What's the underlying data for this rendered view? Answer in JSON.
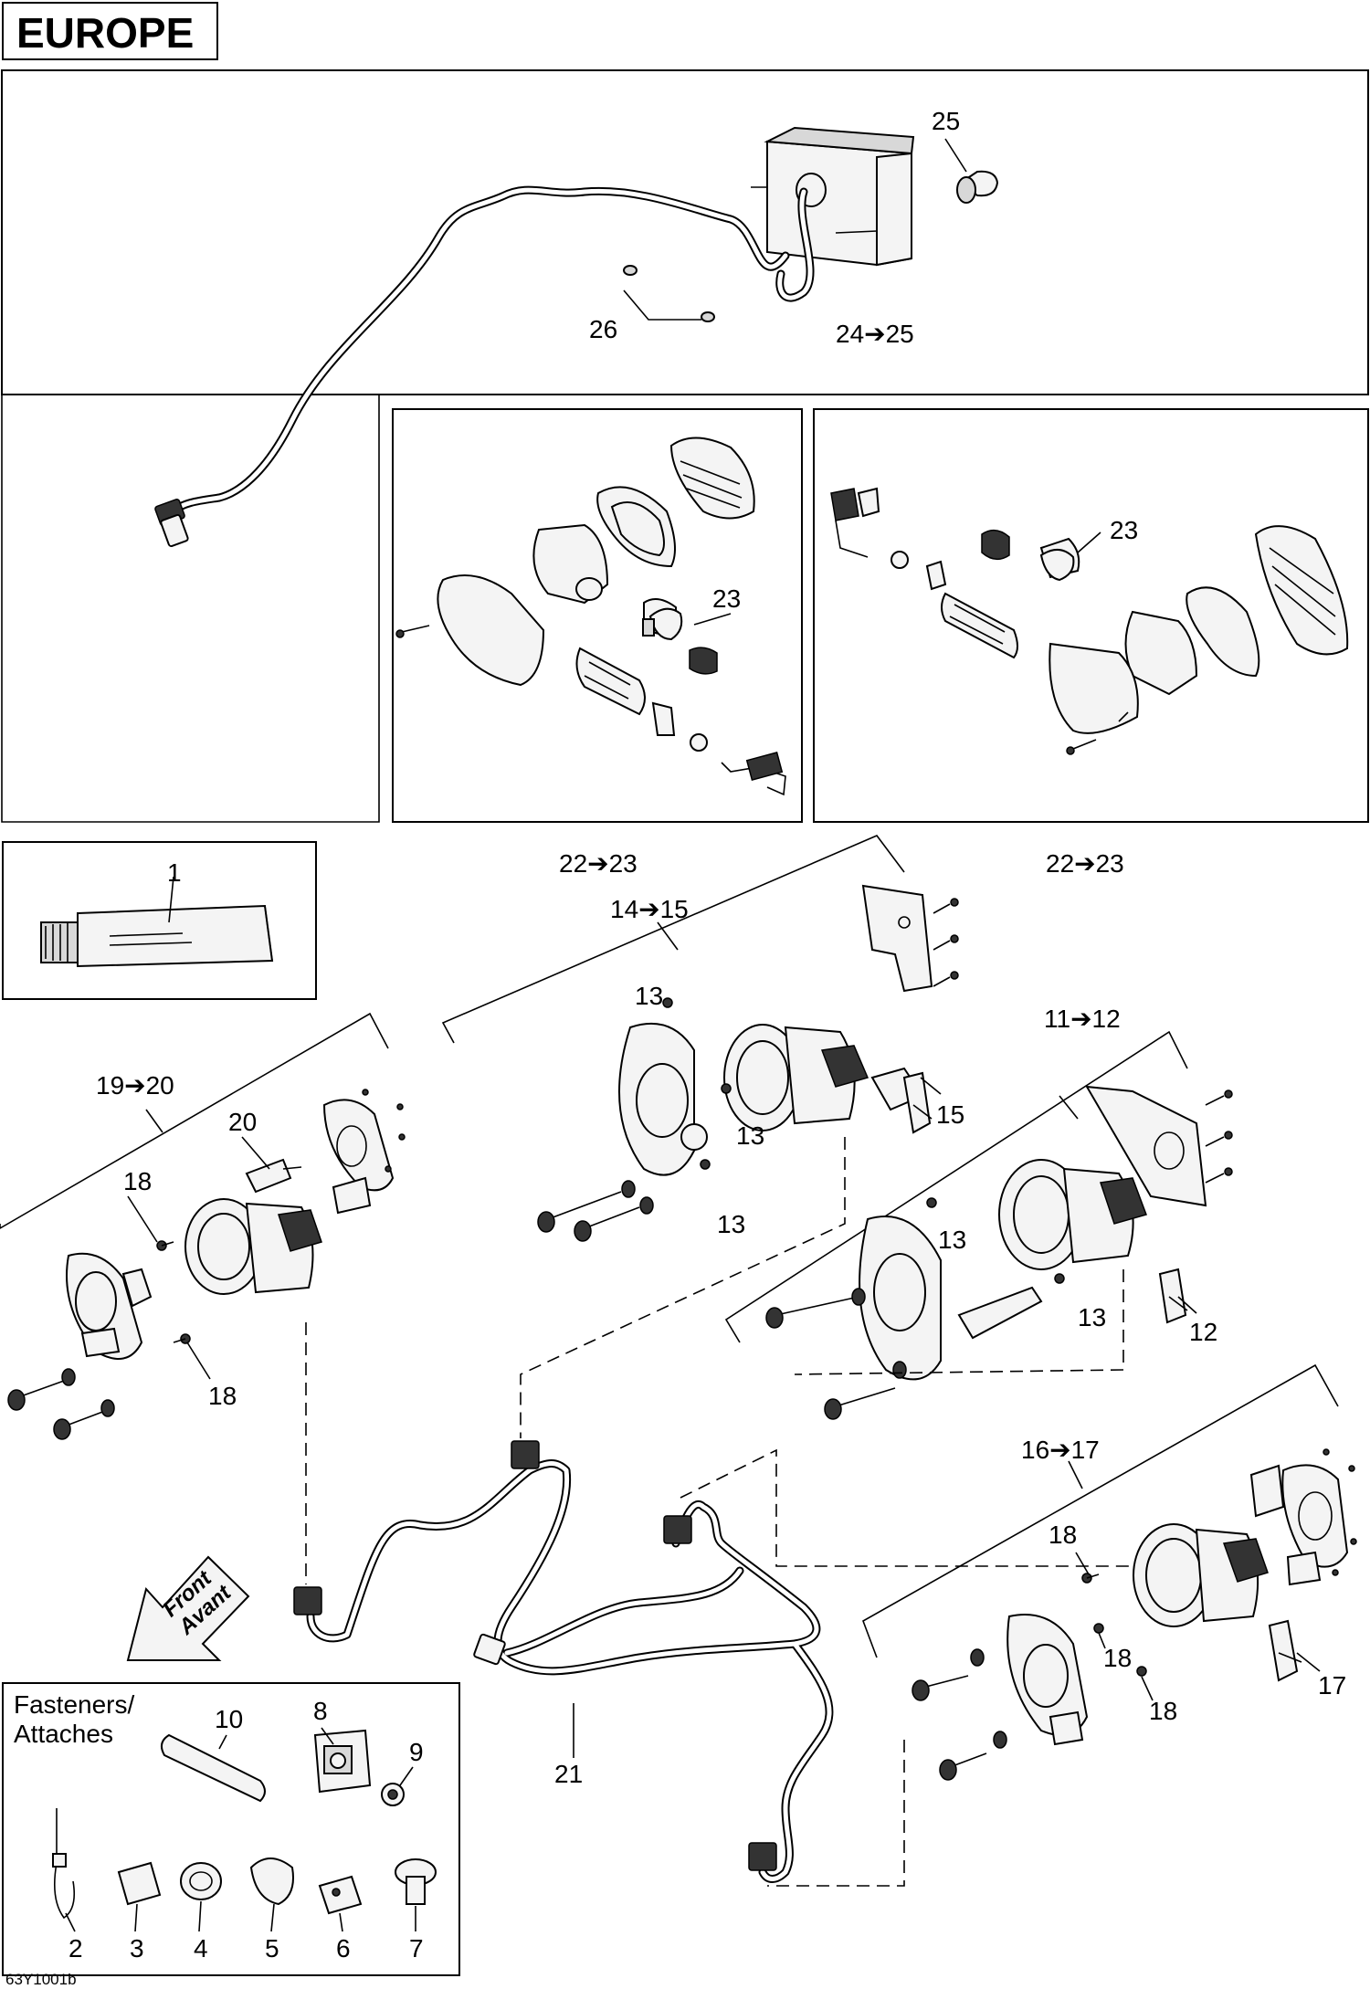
{
  "header": {
    "region_label": "EUROPE"
  },
  "fasteners": {
    "title_line1": "Fasteners/",
    "title_line2": "Attaches"
  },
  "front_arrow": {
    "line1": "Front",
    "line2": "Avant"
  },
  "drawing_code": "63Y1001b",
  "callouts": {
    "c1": "1",
    "c2": "2",
    "c3": "3",
    "c4": "4",
    "c5": "5",
    "c6": "6",
    "c7": "7",
    "c8": "8",
    "c9": "9",
    "c10": "10",
    "c11_12": "11➔12",
    "c12": "12",
    "c13a": "13",
    "c13b": "13",
    "c13c": "13",
    "c13d": "13",
    "c13e": "13",
    "c14_15": "14➔15",
    "c15": "15",
    "c16_17": "16➔17",
    "c17": "17",
    "c18a": "18",
    "c18b": "18",
    "c18c": "18",
    "c18d": "18",
    "c18e": "18",
    "c19_20": "19➔20",
    "c20": "20",
    "c21": "21",
    "c22_23a": "22➔23",
    "c22_23b": "22➔23",
    "c23a": "23",
    "c23b": "23",
    "c24_25": "24➔25",
    "c25": "25",
    "c26": "26"
  }
}
